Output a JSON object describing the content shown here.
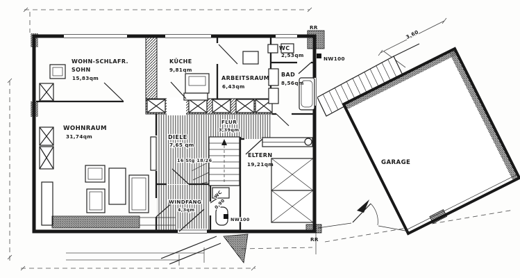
{
  "rooms": {
    "sohn": {
      "label": "WOHN-SCHLAFR.",
      "label2": "SOHN",
      "area": "15,83qm"
    },
    "kueche": {
      "label": "KÜCHE",
      "area": "9,81qm"
    },
    "arbeitsraum": {
      "label": "ARBEITSRAUM",
      "area": "6,43qm"
    },
    "wc_og": {
      "label": "WC",
      "area": "2,53qm"
    },
    "bad": {
      "label": "BAD",
      "area": "8,56qm"
    },
    "wohnraum": {
      "label": "WOHNRAUM",
      "area": "31,74qm"
    },
    "diele": {
      "label": "DIELE",
      "area": "7,65 qm"
    },
    "flur": {
      "label": "FLUR",
      "area": "3,39qm"
    },
    "eltern": {
      "label": "ELTERN",
      "area": "19,21qm"
    },
    "windfang": {
      "label": "WINDFANG",
      "area": "4,3qm"
    },
    "wc_eg": {
      "label": "WC",
      "area": "0,90"
    },
    "garage": {
      "label": "GARAGE"
    }
  },
  "annotations": {
    "stair_note": "16 Stg 18/26",
    "nw100_top": "NW100",
    "nw100_bottom": "NW100",
    "rr_top": "RR",
    "rr_bottom": "RR",
    "garage_dim": "3,60"
  },
  "colors": {
    "ink": "#181818",
    "paper": "#fdfdfc"
  }
}
